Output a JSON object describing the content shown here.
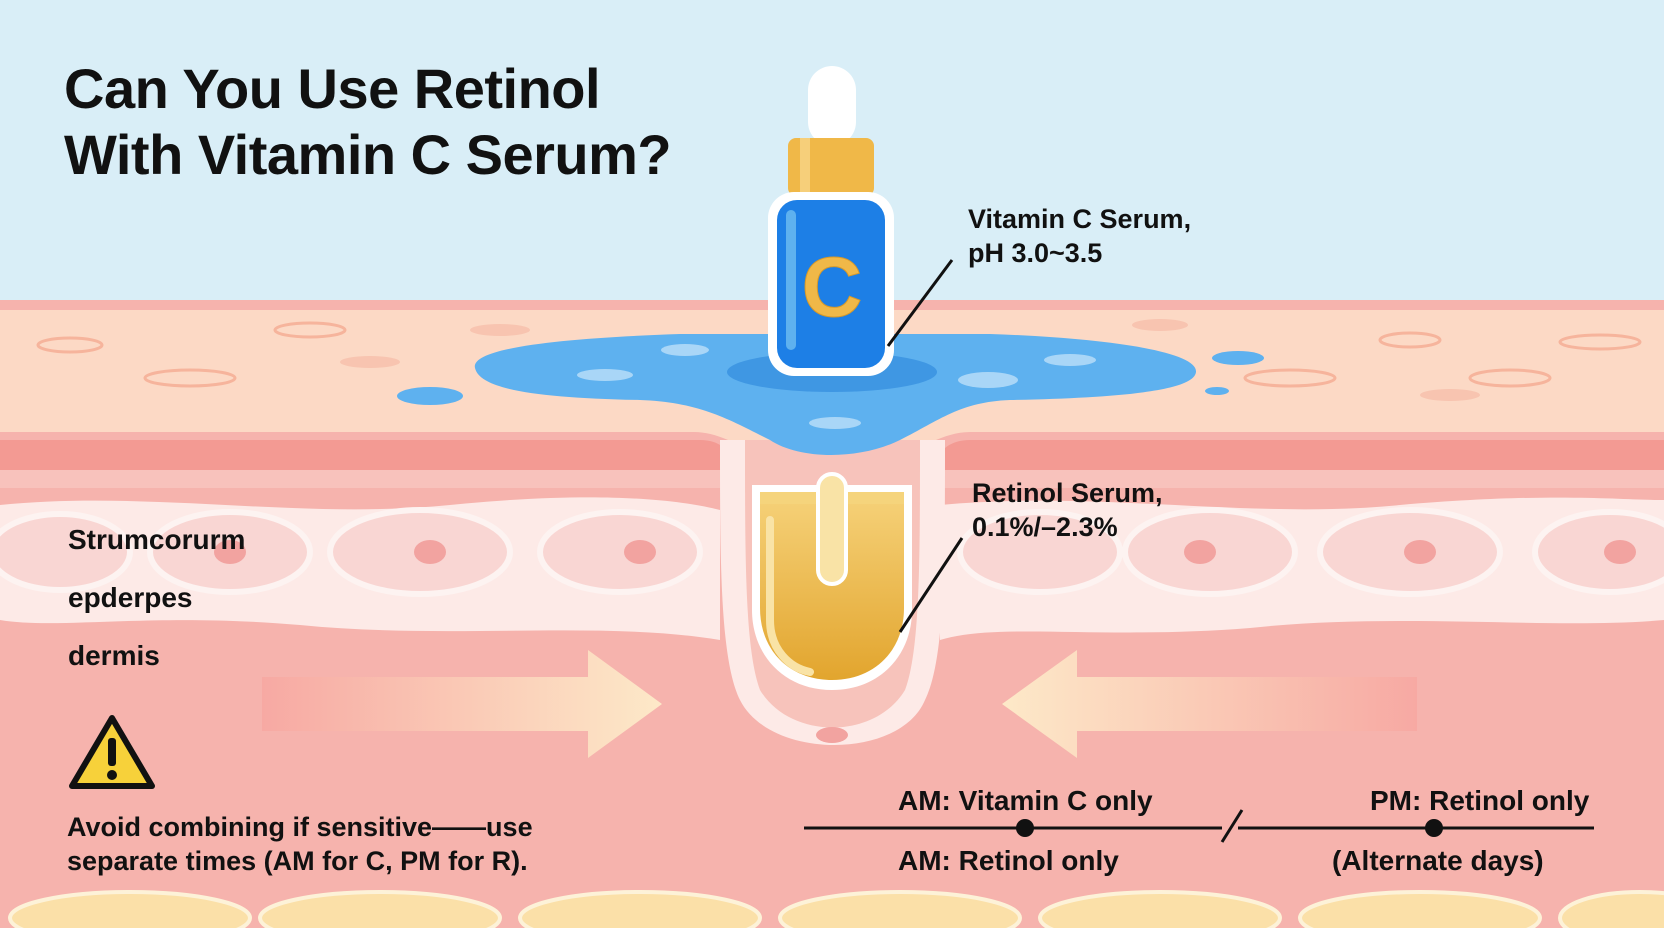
{
  "title": {
    "line1": "Can You Use Retinol",
    "line2": "With Vitamin C Serum?"
  },
  "vitamin_c": {
    "label_line1": "Vitamin C Serum,",
    "label_line2": "pH 3.0~3.5",
    "bottle_letter": "C",
    "bottle_color": "#1d7fe6",
    "cap_color": "#f0b848"
  },
  "retinol": {
    "label_line1": "Retinol Serum,",
    "label_line2": "0.1%/–2.3%",
    "color": "#eab23c"
  },
  "skin_layers": [
    "Strumcorurm",
    "epderpes",
    "dermis"
  ],
  "warning": {
    "icon": "warning-icon",
    "line1": "Avoid combining if sensitive——use",
    "line2": "separate times (AM for C, PM for R)."
  },
  "schedule": {
    "am_vitamin_c": "AM: Vitamin C only",
    "pm_retinol": "PM: Retinol only",
    "am_retinol": "AM: Retinol only",
    "alternate": "(Alternate days)"
  },
  "colors": {
    "sky": "#d9eef7",
    "skin_top": "#fcd9c5",
    "dermis": "#f6b3ad",
    "serum_blue": "#5eb1ef",
    "retinol_gold": "#eab23c"
  }
}
